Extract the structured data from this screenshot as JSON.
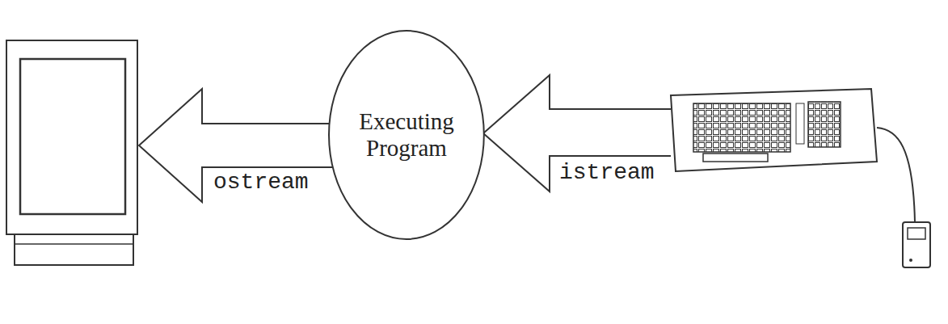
{
  "diagram": {
    "nodes": [
      {
        "text": [
          "Executing Program"
        ]
      }
    ],
    "labels": [
      "ostream",
      "istream"
    ]
  }
}
